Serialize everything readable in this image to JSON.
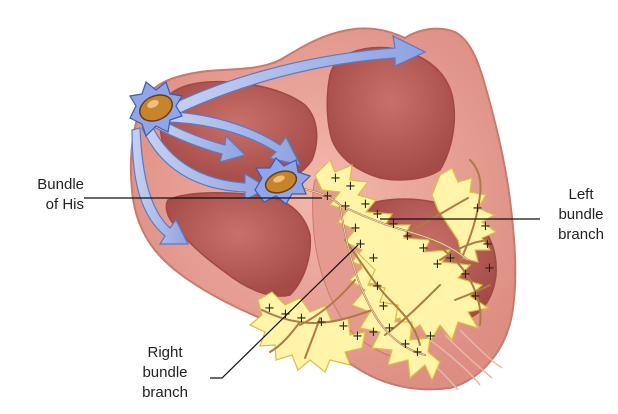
{
  "labels": {
    "bundle_of_his": [
      "Bundle",
      "of His"
    ],
    "left_bundle_branch": [
      "Left",
      "bundle",
      "branch"
    ],
    "right_bundle_branch": [
      "Right",
      "bundle",
      "branch"
    ]
  },
  "colors": {
    "heart_outer": "#e9a49a",
    "heart_wall": "#d9867c",
    "chamber_fill": "#c66a63",
    "chamber_dark": "#a9504d",
    "arrow_fill": "#a9b8e6",
    "arrow_edge": "#5f78c4",
    "node_fill": "#c7842c",
    "node_edge": "#4058b8",
    "depolarization_fill": "#fff4a8",
    "depolarization_edge": "#d9c040",
    "fiber": "#b07a45",
    "leader_line": "#111111"
  },
  "icons": {
    "sa_node": "sinoatrial-node-icon",
    "av_node": "atrioventricular-node-icon",
    "plus": "+"
  }
}
